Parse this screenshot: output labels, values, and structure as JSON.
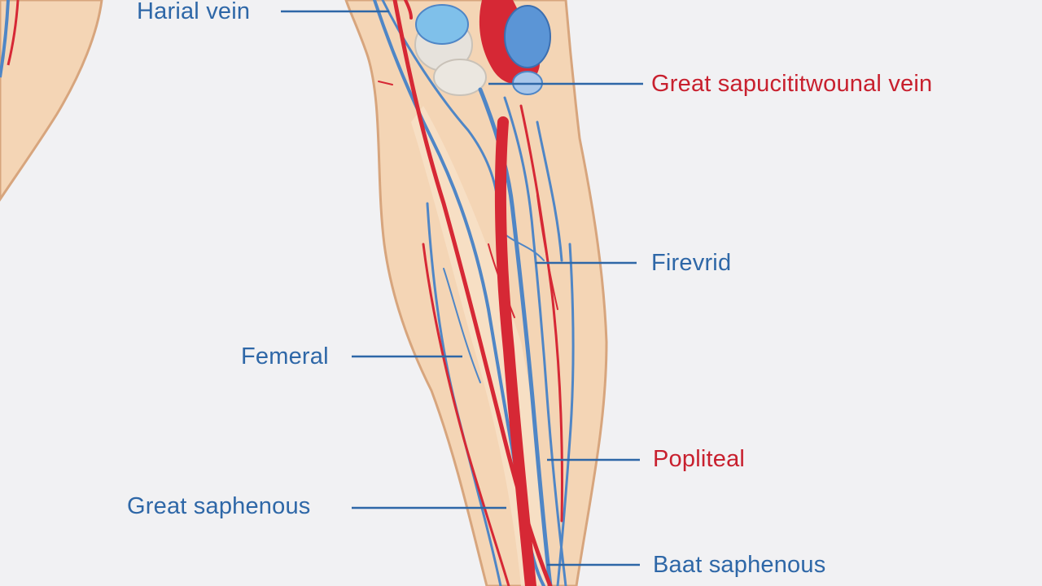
{
  "colors": {
    "background": "#f1f1f3",
    "skin": "#f4d5b5",
    "skin_outline": "#d7a57d",
    "vein_blue": "#4f86c6",
    "artery_red": "#d62835",
    "label_blue": "#2e67a7",
    "label_red": "#c8202e"
  },
  "labels": {
    "top_left": "Harial vein",
    "top_right": "Great sapucititwounal vein",
    "mid_right": "Firevrid",
    "mid_left": "Femeral",
    "lower_right": "Popliteal",
    "lower_left": "Great saphenous",
    "bottom_right": "Baat saphenous"
  }
}
